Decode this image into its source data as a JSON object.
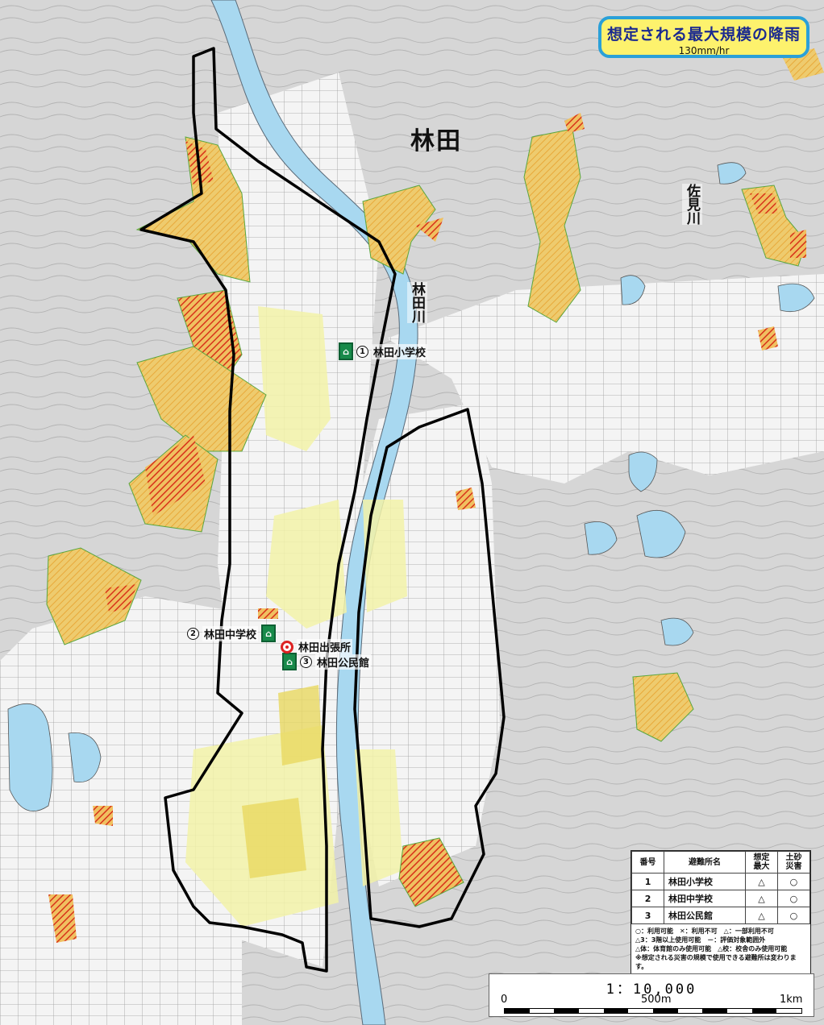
{
  "title": {
    "main": "想定される最大規模の降雨",
    "sub": "130mm/hr"
  },
  "labels": {
    "district": "林田",
    "river_sami": "佐見川",
    "river_hayashida": "林田川"
  },
  "shelters": [
    {
      "num": "1",
      "name": "林田小学校",
      "icon": "shelter-icon"
    },
    {
      "num": "2",
      "name": "林田中学校",
      "icon": "shelter-icon"
    },
    {
      "num": "3",
      "name": "林田公民館",
      "icon": "shelter-icon"
    }
  ],
  "office": {
    "name": "林田出張所",
    "icon": "branch-office-icon"
  },
  "table": {
    "headers": {
      "num": "番号",
      "name": "避難所名",
      "max": "想定\n最大",
      "sediment": "土砂\n災害"
    },
    "rows": [
      {
        "num": "1",
        "name": "林田小学校",
        "max": "△",
        "sediment": "○"
      },
      {
        "num": "2",
        "name": "林田中学校",
        "max": "△",
        "sediment": "○"
      },
      {
        "num": "3",
        "name": "林田公民館",
        "max": "△",
        "sediment": "○"
      }
    ],
    "notes": [
      "○：利用可能　✕：利用不可　△：一部利用不可",
      "△3：3階以上使用可能　－：評価対象範囲外",
      "△体：体育館のみ使用可能　△校：校舎のみ使用可能",
      "※想定される災害の規模で使用できる避難所は変わります。"
    ]
  },
  "scale": {
    "ratio": "1：10,000",
    "label_0": "0",
    "label_mid": "500m",
    "label_end": "1km"
  },
  "colors": {
    "background": "#d9d9d9",
    "contour": "#b0b0b0",
    "river": "#a8d8f0",
    "flood_light": "#f2f2a8",
    "flood_mid": "#e8d860",
    "sediment_yellow": "#e8c060",
    "sediment_red": "#e24d2a",
    "boundary": "#000000",
    "title_border": "#2aa0d8",
    "title_fill": "#fdf26d"
  }
}
